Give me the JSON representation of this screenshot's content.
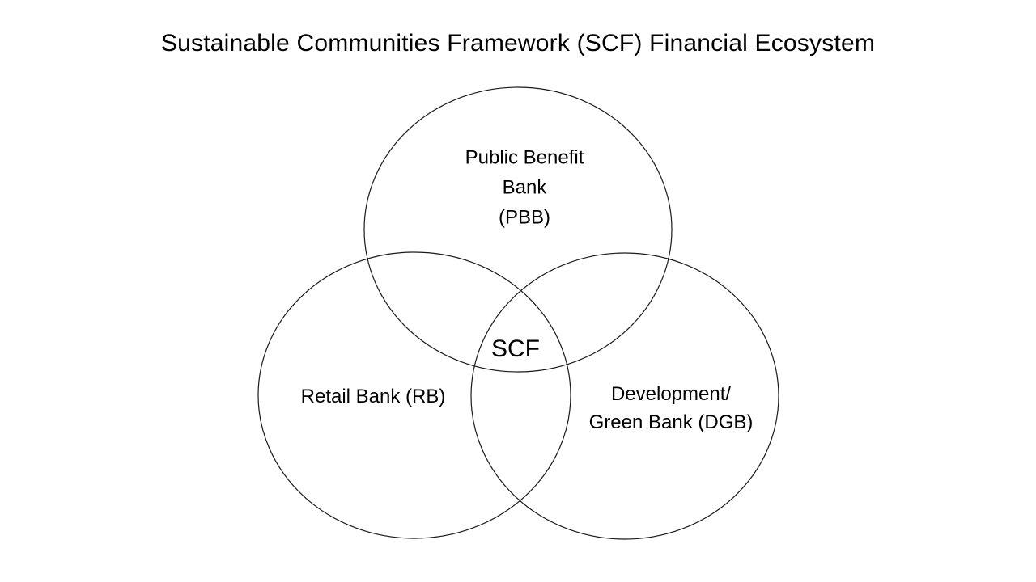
{
  "title": "Sustainable Communities Framework (SCF) Financial Ecosystem",
  "venn": {
    "type": "venn-diagram",
    "top_circle": {
      "id": "PBB",
      "lines": [
        "Public Benefit",
        "Bank",
        "(PBB)"
      ],
      "full_label": "Public Benefit Bank (PBB)"
    },
    "left_circle": {
      "id": "RB",
      "label": "Retail Bank (RB)"
    },
    "right_circle": {
      "id": "DGB",
      "lines": [
        "Development/",
        "Green Bank (DGB)"
      ],
      "full_label": "Development/Green Bank (DGB)"
    },
    "center_overlap": {
      "label": "SCF"
    }
  },
  "colors": {
    "background": "#ffffff",
    "circle_stroke": "#1a1a1a",
    "text": "#000000"
  }
}
